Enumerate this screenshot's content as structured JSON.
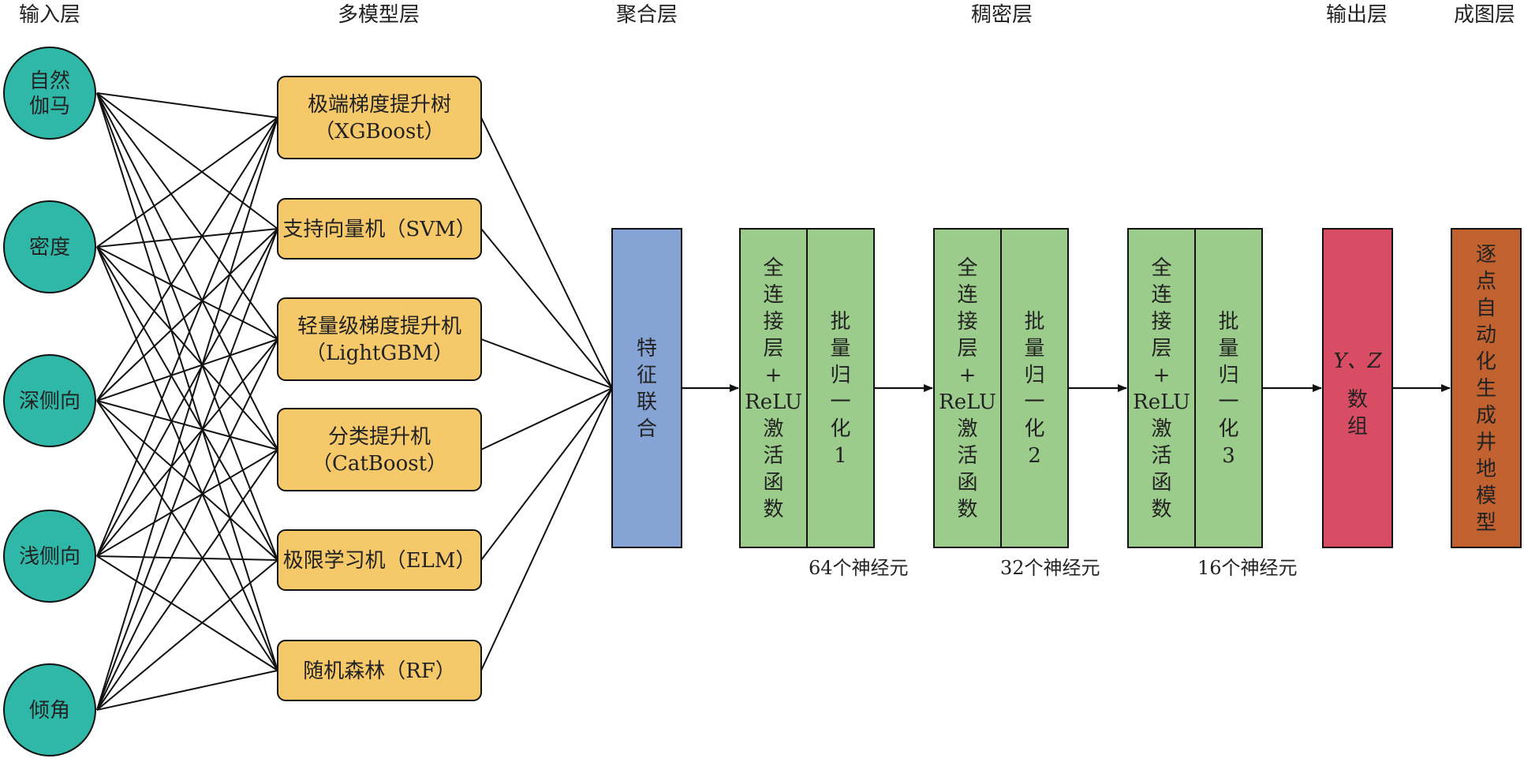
{
  "layers": {
    "input": "输入层",
    "multi_model": "多模型层",
    "aggregation": "聚合层",
    "dense": "稠密层",
    "output": "输出层",
    "mapping": "成图层"
  },
  "inputs": [
    [
      "自然",
      "伽马"
    ],
    [
      "密度"
    ],
    [
      "深侧向"
    ],
    [
      "浅侧向"
    ],
    [
      "倾角"
    ]
  ],
  "models": [
    [
      "极端梯度提升树",
      "（XGBoost）"
    ],
    [
      "支持向量机（SVM）"
    ],
    [
      "轻量级梯度提升机",
      "（LightGBM）"
    ],
    [
      "分类提升机",
      "（CatBoost）"
    ],
    [
      "极限学习机（ELM）"
    ],
    [
      "随机森林（RF）"
    ]
  ],
  "fusion": "特征联合",
  "dense_blocks": [
    {
      "fc": "全连接层+ReLU激活函数",
      "bn": "批量归一化1",
      "neurons": "64个神经元"
    },
    {
      "fc": "全连接层+ReLU激活函数",
      "bn": "批量归一化2",
      "neurons": "32个神经元"
    },
    {
      "fc": "全连接层+ReLU激活函数",
      "bn": "批量归一化3",
      "neurons": "16个神经元"
    }
  ],
  "output_box": {
    "line1": "Y、Z",
    "line2": "数组"
  },
  "mapping_box": "逐点自动化生成井地模型",
  "colors": {
    "input_fill": "#2fb8a8",
    "model_fill": "#f5c96a",
    "fusion_fill": "#85a3d4",
    "dense_fill": "#9ccc8b",
    "output_fill": "#d84d63",
    "mapping_fill": "#c0612f"
  }
}
